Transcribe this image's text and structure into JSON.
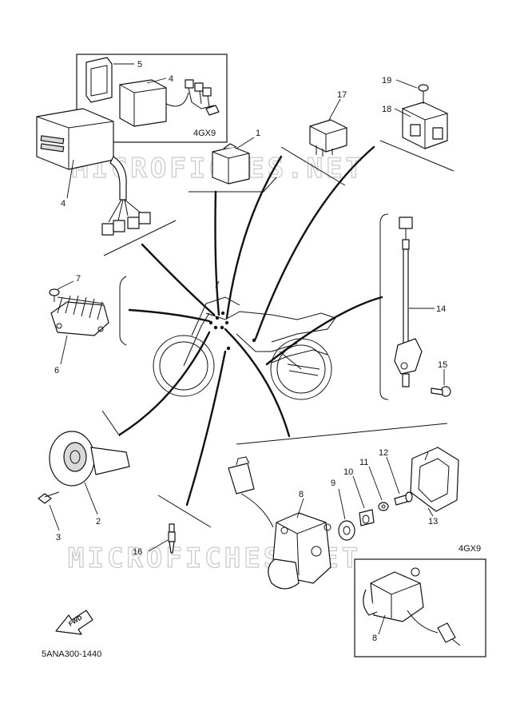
{
  "watermark": [
    "MICROFICHES.NET",
    "MICROFICHES.NET"
  ],
  "diagram_code": "5ANA300-1440",
  "fwd_label": "FWD",
  "variant_labels": {
    "top_box": "4GX9",
    "bottom_box": "4GX9"
  },
  "callouts": {
    "c1": "1",
    "c2": "2",
    "c3": "3",
    "c4a": "4",
    "c4b": "4",
    "c5": "5",
    "c6": "6",
    "c7": "7",
    "c8a": "8",
    "c8b": "8",
    "c9": "9",
    "c10": "10",
    "c11": "11",
    "c12": "12",
    "c13": "13",
    "c14": "14",
    "c15": "15",
    "c16": "16",
    "c17": "17",
    "c18": "18",
    "c19": "19"
  }
}
